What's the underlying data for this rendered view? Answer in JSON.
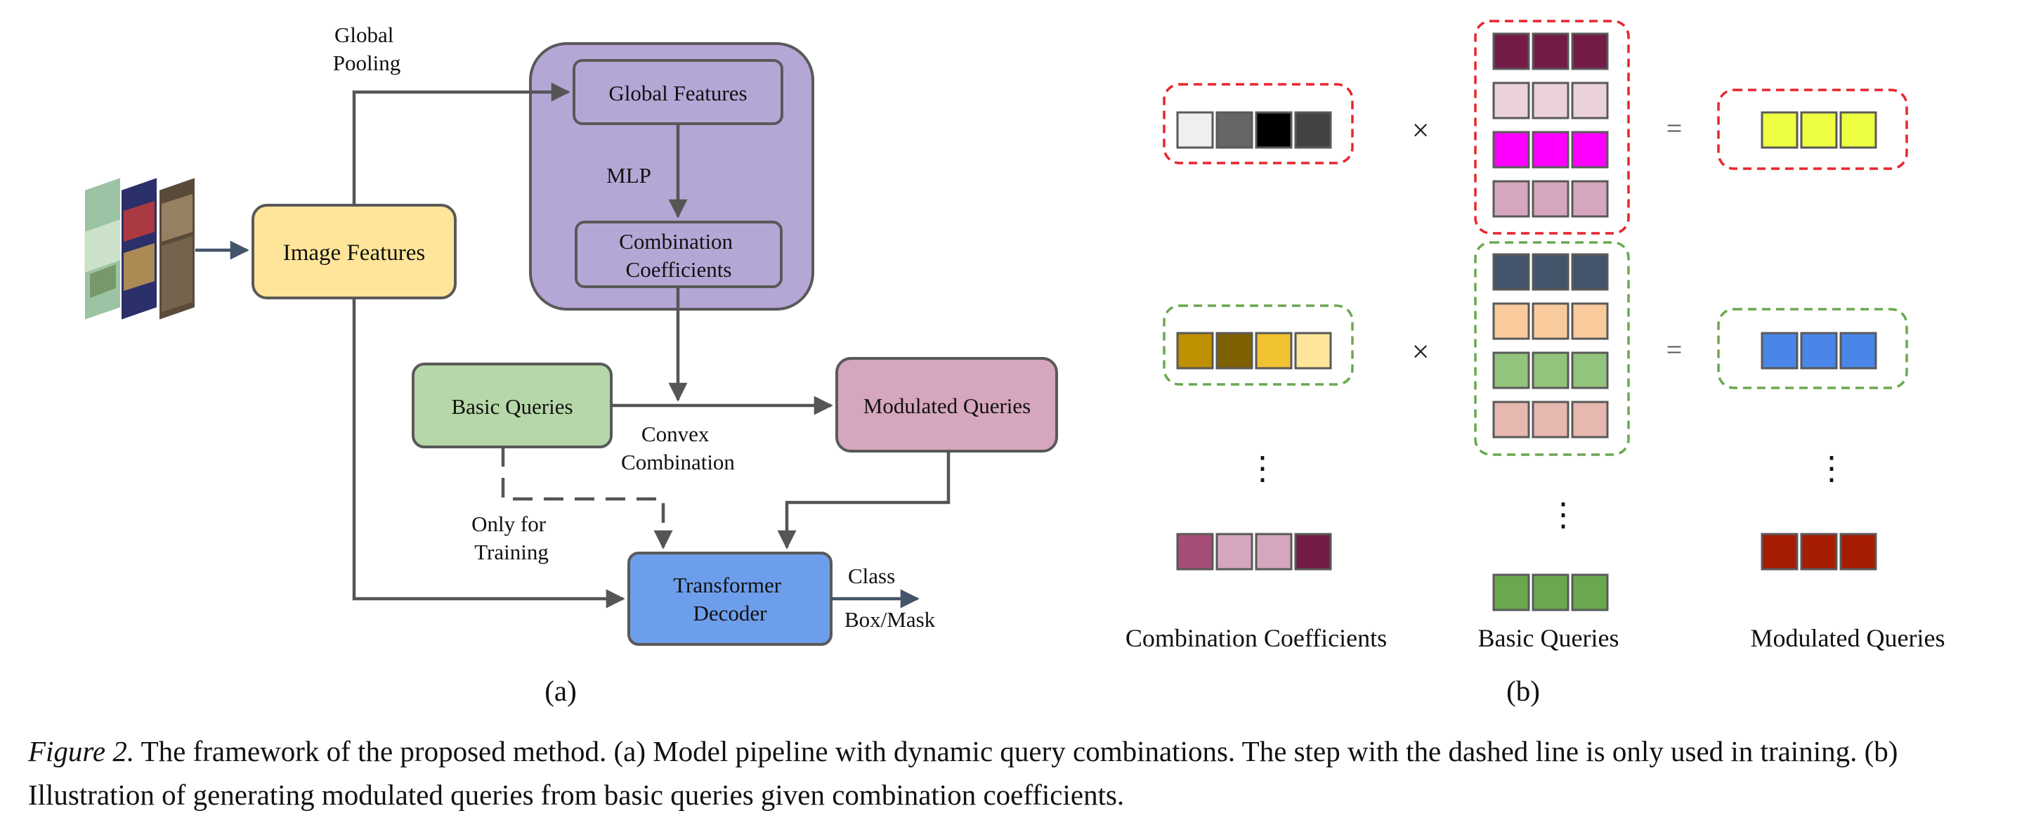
{
  "panel_a": {
    "global_pooling_label": [
      "Global",
      "Pooling"
    ],
    "image_features_label": "Image Features",
    "global_features_label": "Global Features",
    "mlp_label": "MLP",
    "combination_coefficients_label": [
      "Combination",
      "Coefficients"
    ],
    "basic_queries_label": "Basic Queries",
    "modulated_queries_label": "Modulated Queries",
    "convex_combination_label": [
      "Convex",
      "Combination"
    ],
    "only_for_training_label": [
      "Only for",
      "Training"
    ],
    "transformer_decoder_label": [
      "Transformer",
      "Decoder"
    ],
    "output_labels": [
      "Class",
      "Box/Mask"
    ],
    "panel_label": "(a)"
  },
  "panel_b": {
    "times_symbol": "×",
    "equals_symbol": "=",
    "ellipsis_symbol": "⋮",
    "column_labels": [
      "Combination Coefficients",
      "Basic Queries",
      "Modulated Queries"
    ],
    "panel_label": "(b)",
    "rows": [
      {
        "group_color": "#e8262c",
        "coefficients": [
          "#efefef",
          "#666666",
          "#000000",
          "#434343"
        ],
        "basic_queries": [
          [
            "#741b47",
            "#741b47",
            "#741b47"
          ],
          [
            "#ead1dc",
            "#ead1dc",
            "#ead1dc"
          ],
          [
            "#ff00ff",
            "#ff00ff",
            "#ff00ff"
          ],
          [
            "#d5a6bd",
            "#d5a6bd",
            "#d5a6bd"
          ]
        ],
        "modulated": [
          "#eeff41",
          "#eeff41",
          "#eeff41"
        ]
      },
      {
        "group_color": "#6aa84f",
        "coefficients": [
          "#bf9000",
          "#7f6000",
          "#f1c232",
          "#ffe599"
        ],
        "basic_queries": [
          [
            "#44546a",
            "#44546a",
            "#44546a"
          ],
          [
            "#f9cb9c",
            "#f9cb9c",
            "#f9cb9c"
          ],
          [
            "#93c47d",
            "#93c47d",
            "#93c47d"
          ],
          [
            "#e6b8af",
            "#e6b8af",
            "#e6b8af"
          ]
        ],
        "modulated": [
          "#4a86e8",
          "#4a86e8",
          "#4a86e8"
        ]
      }
    ],
    "last_row": {
      "coefficients": [
        "#a64d79",
        "#d5a6bd",
        "#d5a6bd",
        "#741b47"
      ],
      "basic_query": [
        "#6aa84f",
        "#6aa84f",
        "#6aa84f"
      ],
      "modulated": [
        "#a61c00",
        "#a61c00",
        "#a61c00"
      ]
    }
  },
  "caption": {
    "figure_label": "Figure 2.",
    "text": " The framework of the proposed method. (a) Model pipeline with dynamic query combinations. The step with the dashed line is only used in training. (b) Illustration of generating modulated queries from basic queries given combination coefficients."
  },
  "colors": {
    "image_features_fill": "#ffe599",
    "mlp_block_fill": "#b4a7d6",
    "basic_queries_fill": "#b6d7a8",
    "modulated_queries_fill": "#d5a6bd",
    "transformer_decoder_fill": "#6d9eeb",
    "arrow": "#555555",
    "box_stroke": "#595959"
  }
}
